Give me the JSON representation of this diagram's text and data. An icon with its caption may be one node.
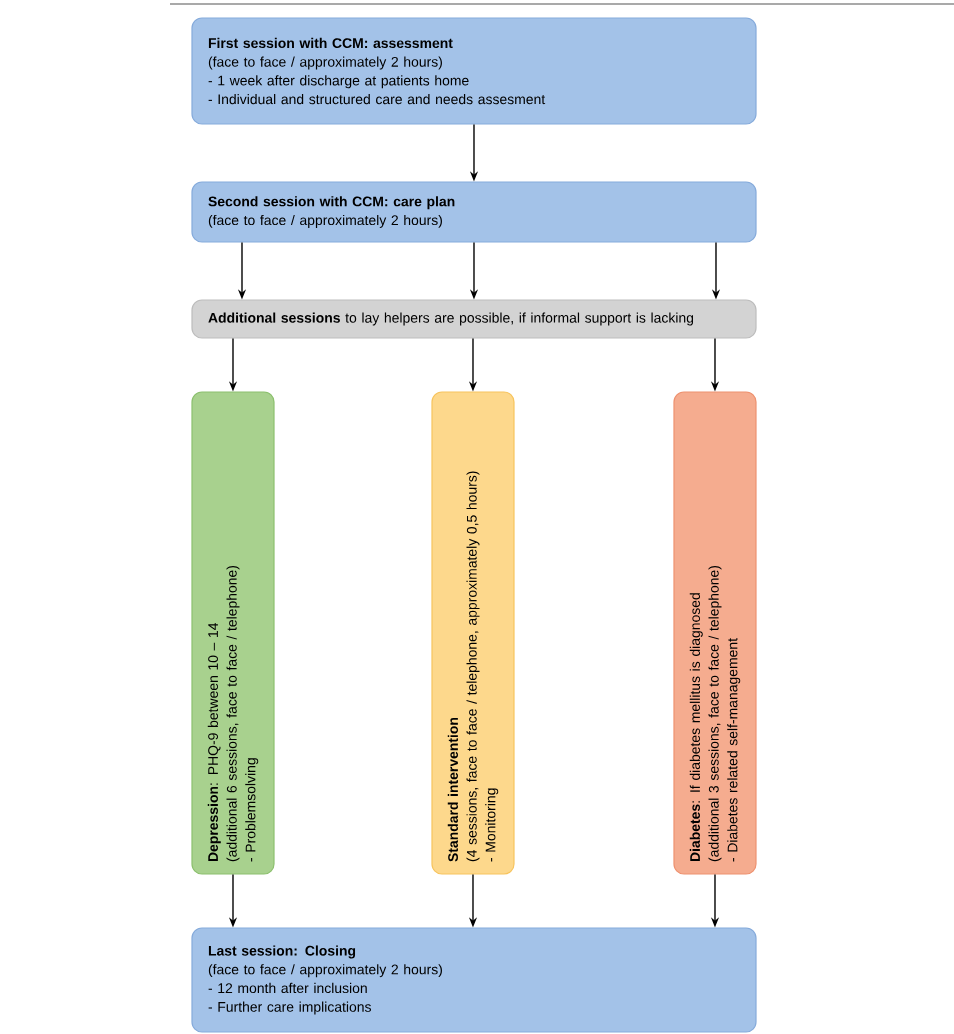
{
  "diagram": {
    "nodes": [
      {
        "text": [
          "First session with CCM: assessment",
          "(face to face / approximately 2 hours)",
          "-    1 week after discharge at patients home",
          "-    Individual and structured care and needs assesment"
        ]
      },
      {
        "text": [
          "Second session with CCM: care plan",
          "(face to face / approximately 2 hours)"
        ]
      },
      {
        "text": [
          "**Additional sessions** to lay helpers are possible, if informal support is lacking"
        ]
      },
      {
        "text": [
          "**Depression**: PHQ-9 between 10 – 14",
          "(additional 6 sessions, face to face / telephone)",
          "- Problemsolving"
        ]
      },
      {
        "text": [
          "Standard intervention",
          "(4 sessions, face to face / telephone, approximately 0,5 hours)",
          "- Monitoring"
        ]
      },
      {
        "text": [
          "**Diabetes**: If diabetes mellitus is diagnosed",
          "(additional 3 sessions, face to face / telephone)",
          "- Diabetes related self-management"
        ]
      },
      {
        "text": [
          "Last session: Closing",
          "(face to face / approximately 2 hours)",
          "-    12 month after inclusion",
          "-    Further care implications"
        ]
      }
    ],
    "edges": [
      {
        "from": 0,
        "to": 1,
        "arrow": "to"
      },
      {
        "from": 1,
        "to": 2,
        "arrow": "to"
      },
      {
        "from": 1,
        "to": 2,
        "arrow": "to"
      },
      {
        "from": 1,
        "to": 2,
        "arrow": "to"
      },
      {
        "from": 2,
        "to": 3,
        "arrow": "to"
      },
      {
        "from": 2,
        "to": 4,
        "arrow": "to"
      },
      {
        "from": 2,
        "to": 5,
        "arrow": "to"
      },
      {
        "from": 3,
        "to": 6,
        "arrow": "to"
      },
      {
        "from": 4,
        "to": 6,
        "arrow": "to"
      },
      {
        "from": 5,
        "to": 6,
        "arrow": "to"
      }
    ]
  }
}
